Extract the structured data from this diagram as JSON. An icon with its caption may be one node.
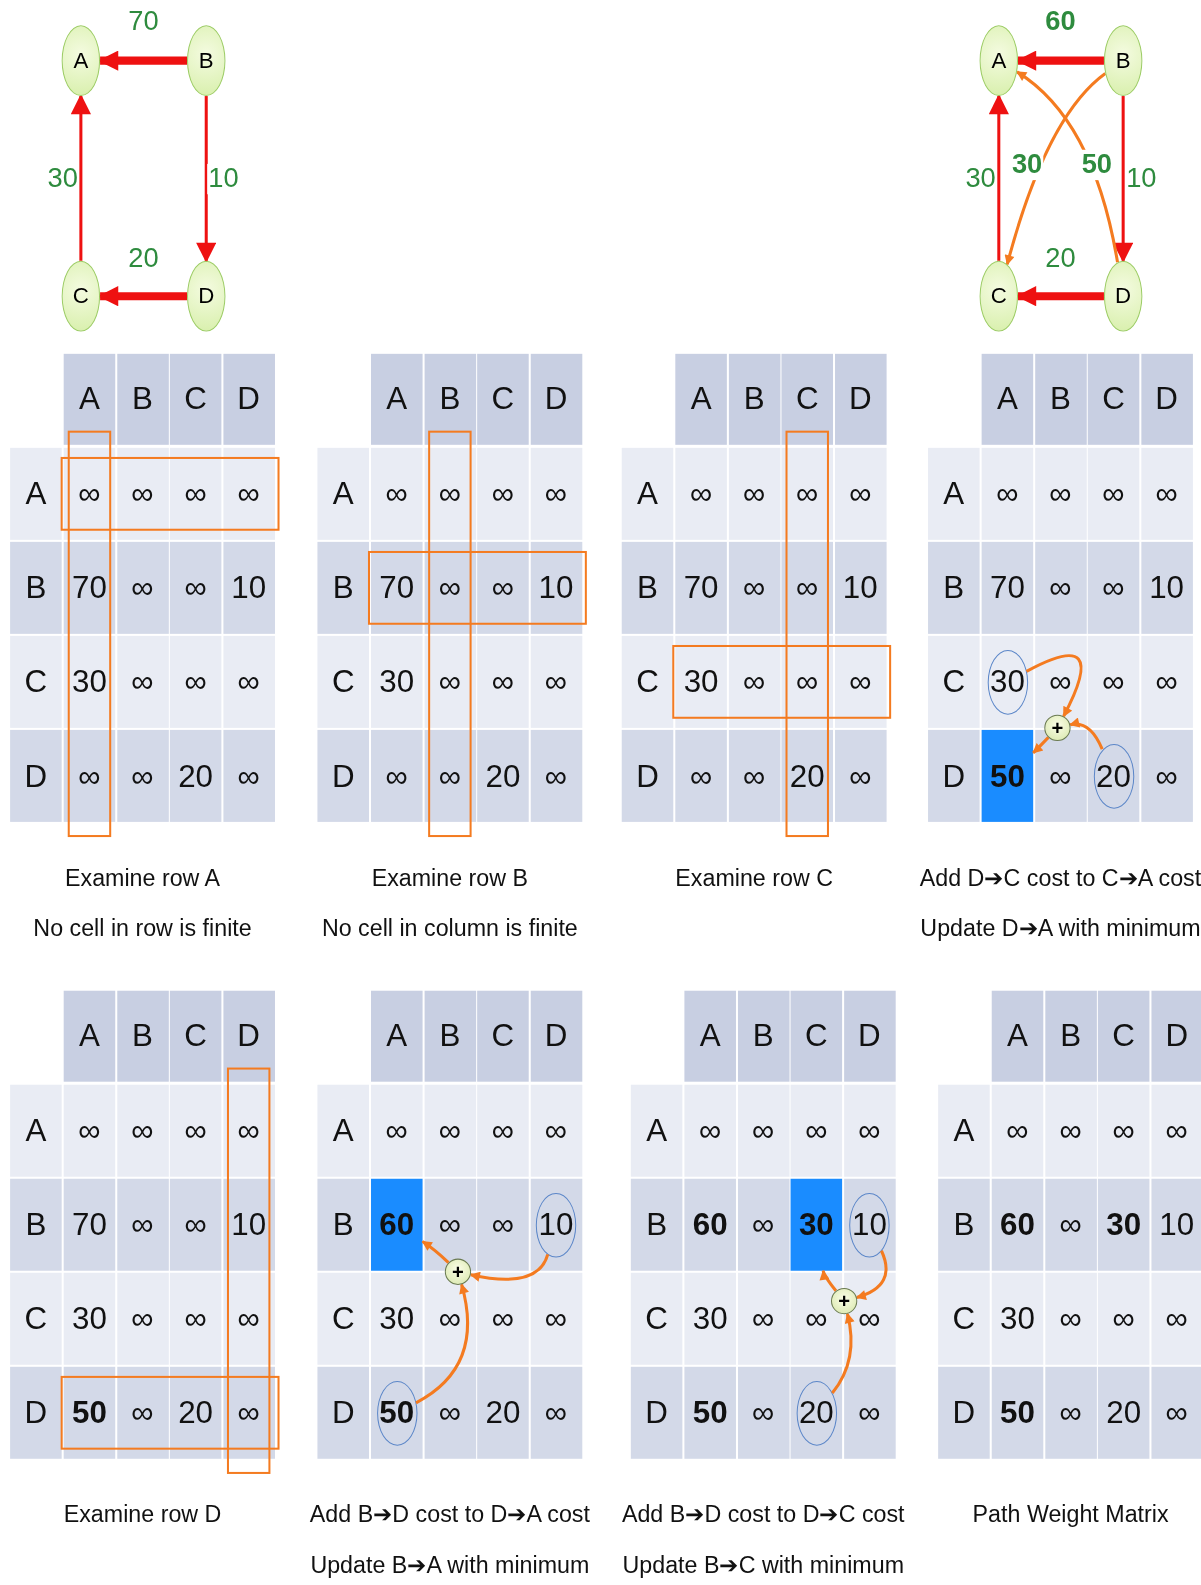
{
  "diagram": {
    "nodes": [
      {
        "text": [
          "A"
        ]
      },
      {
        "text": [
          "B"
        ]
      },
      {
        "text": [
          "C"
        ]
      },
      {
        "text": [
          "D"
        ]
      },
      {
        "text": [
          "A"
        ]
      },
      {
        "text": [
          "B"
        ]
      },
      {
        "text": [
          "C"
        ]
      },
      {
        "text": [
          "D"
        ]
      },
      {
        "text": [
          "30"
        ]
      },
      {
        "text": [
          "+"
        ]
      },
      {
        "text": [
          "50"
        ]
      },
      {
        "text": [
          "20"
        ]
      },
      {
        "text": [
          "60"
        ]
      },
      {
        "text": [
          "10"
        ]
      },
      {
        "text": [
          "+"
        ]
      },
      {
        "text": [
          "50"
        ]
      },
      {
        "text": [
          "30"
        ]
      },
      {
        "text": [
          "10"
        ]
      },
      {
        "text": [
          "+"
        ]
      },
      {
        "text": [
          "20"
        ]
      }
    ],
    "edges": [
      {
        "from": 1,
        "to": 0,
        "arrow": "to",
        "label": "70",
        "style": "thick",
        "color": "#ee1111"
      },
      {
        "from": 1,
        "to": 3,
        "arrow": "to",
        "label": "10",
        "color": "#ee1111"
      },
      {
        "from": 3,
        "to": 2,
        "arrow": "to",
        "label": "20",
        "style": "thick",
        "color": "#ee1111"
      },
      {
        "from": 2,
        "to": 0,
        "arrow": "to",
        "label": "30",
        "color": "#ee1111"
      },
      {
        "from": 5,
        "to": 4,
        "arrow": "to",
        "label": "60",
        "style": "thick",
        "color": "#ee1111"
      },
      {
        "from": 5,
        "to": 7,
        "arrow": "to",
        "label": "10",
        "color": "#ee1111"
      },
      {
        "from": 7,
        "to": 6,
        "arrow": "to",
        "label": "20",
        "style": "thick",
        "color": "#ee1111"
      },
      {
        "from": 6,
        "to": 4,
        "arrow": "to",
        "label": "30",
        "color": "#ee1111"
      },
      {
        "from": 5,
        "to": 6,
        "arrow": "to",
        "label": "30"
      },
      {
        "from": 7,
        "to": 4,
        "arrow": "to",
        "label": "50"
      },
      {
        "from": 8,
        "to": 9,
        "arrow": "to"
      },
      {
        "from": 11,
        "to": 9,
        "arrow": "to"
      },
      {
        "from": 9,
        "to": 10,
        "arrow": "to"
      },
      {
        "from": 13,
        "to": 14,
        "arrow": "to"
      },
      {
        "from": 15,
        "to": 14,
        "arrow": "to"
      },
      {
        "from": 14,
        "to": 12,
        "arrow": "to"
      },
      {
        "from": 17,
        "to": 18,
        "arrow": "to"
      },
      {
        "from": 19,
        "to": 18,
        "arrow": "to"
      },
      {
        "from": 18,
        "to": 16,
        "arrow": "to"
      }
    ],
    "labels": [
      "A",
      "B",
      "C",
      "D",
      "A",
      "∞",
      "∞",
      "∞",
      "∞",
      "B",
      "70",
      "∞",
      "∞",
      "10",
      "C",
      "30",
      "∞",
      "∞",
      "∞",
      "D",
      "∞",
      "∞",
      "20",
      "∞",
      "Examine row A",
      "No cell in row is finite",
      "A",
      "B",
      "C",
      "D",
      "A",
      "∞",
      "∞",
      "∞",
      "∞",
      "B",
      "70",
      "∞",
      "∞",
      "10",
      "C",
      "30",
      "∞",
      "∞",
      "∞",
      "D",
      "∞",
      "∞",
      "20",
      "∞",
      "Examine row B",
      "No cell in column is finite",
      "A",
      "B",
      "C",
      "D",
      "A",
      "∞",
      "∞",
      "∞",
      "∞",
      "B",
      "70",
      "∞",
      "∞",
      "10",
      "C",
      "30",
      "∞",
      "∞",
      "∞",
      "D",
      "∞",
      "∞",
      "20",
      "∞",
      "Examine row C",
      "A",
      "B",
      "C",
      "D",
      "A",
      "∞",
      "∞",
      "∞",
      "∞",
      "B",
      "70",
      "∞",
      "∞",
      "10",
      "C",
      "∞",
      "∞",
      "∞",
      "D",
      "∞",
      "∞",
      "Add D➔C cost to C➔A cost",
      "Update D➔A with minimum",
      "A",
      "B",
      "C",
      "D",
      "A",
      "∞",
      "∞",
      "∞",
      "∞",
      "B",
      "70",
      "∞",
      "∞",
      "10",
      "C",
      "30",
      "∞",
      "∞",
      "∞",
      "D",
      "50",
      "∞",
      "20",
      "∞",
      "Examine row D",
      "A",
      "B",
      "C",
      "D",
      "A",
      "∞",
      "∞",
      "∞",
      "∞",
      "B",
      "∞",
      "∞",
      "C",
      "30",
      "∞",
      "∞",
      "∞",
      "D",
      "∞",
      "20",
      "∞",
      "Add B➔D cost to D➔A cost",
      "Update B➔A with minimum",
      "A",
      "B",
      "C",
      "D",
      "A",
      "∞",
      "∞",
      "∞",
      "∞",
      "B",
      "60",
      "∞",
      "C",
      "30",
      "∞",
      "∞",
      "∞",
      "D",
      "50",
      "∞",
      "∞",
      "Add B➔D cost to D➔C cost",
      "Update B➔C with minimum",
      "A",
      "B",
      "C",
      "D",
      "A",
      "∞",
      "∞",
      "∞",
      "∞",
      "B",
      "60",
      "∞",
      "30",
      "10",
      "C",
      "30",
      "∞",
      "∞",
      "∞",
      "D",
      "50",
      "∞",
      "20",
      "∞",
      "Path Weight Matrix"
    ]
  }
}
